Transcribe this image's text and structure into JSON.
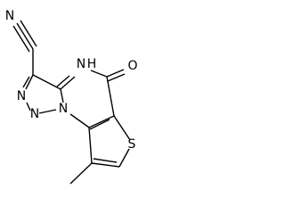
{
  "molecule": {
    "atoms": {
      "nitrile_n": "N",
      "ring_nh": "N",
      "ring_nh_h": "H",
      "carbonyl_o": "O",
      "triazole_n1": "N",
      "triazole_n2": "N",
      "bridge_n": "N",
      "thiophene_s": "S"
    }
  }
}
